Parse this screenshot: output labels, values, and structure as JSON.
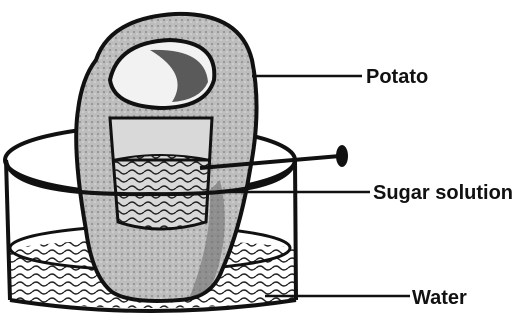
{
  "labels": {
    "potato": "Potato",
    "sugar_solution": "Sugar solution",
    "water": "Water"
  },
  "colors": {
    "ink": "#111111",
    "potato_skin": "#c9c9c9",
    "potato_shade": "#8a8a8a",
    "solution": "#b5b5b5",
    "water": "#d6d6d6",
    "background": "#ffffff"
  },
  "icons": [
    "potato-osmoscope-illustration",
    "pin-icon"
  ]
}
